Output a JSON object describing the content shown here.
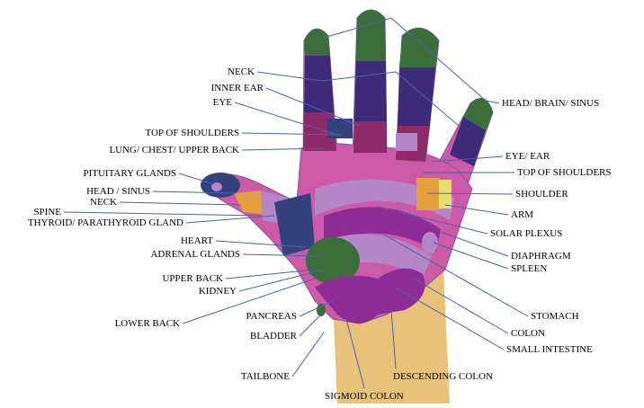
{
  "colors": {
    "hand": "#cc5aa8",
    "hand_outline": "#7a5aa0",
    "finger_tip": "#3b6e3a",
    "finger_mid": "#3d2a78",
    "finger_base": "#8e2a6a",
    "wrist": "#e8c27a",
    "leader": "#4a63a8",
    "navy": "#34427c",
    "purple": "#8c2c94",
    "lavender": "#b486c8",
    "orange": "#e3a03c",
    "yellow": "#e6e06a",
    "green": "#3b6e3a"
  },
  "labels": {
    "neck_top": "NECK",
    "inner_ear": "INNER EAR",
    "eye": "EYE",
    "top_shoulders_left": "TOP OF SHOULDERS",
    "lung": "LUNG/ CHEST/ UPPER BACK",
    "pituitary": "PITUITARY GLANDS",
    "head_sinus": "HEAD / SINUS",
    "neck_thumb": "NECK",
    "spine": "SPINE",
    "thyroid": "THYROID/ PARATHYROID GLAND",
    "heart": "HEART",
    "adrenal": "ADRENAL GLANDS",
    "upper_back": "UPPER BACK",
    "kidney": "KIDNEY",
    "lower_back": "LOWER BACK",
    "pancreas": "PANCREAS",
    "bladder": "BLADDER",
    "tailbone": "TAILBONE",
    "sigmoid": "SIGMOID COLON",
    "descending": "DESCENDING COLON",
    "head_brain": "HEAD/ BRAIN/ SINUS",
    "eye_ear": "EYE/ EAR",
    "top_shoulders_right": "TOP OF SHOULDERS",
    "shoulder": "SHOULDER",
    "arm": "ARM",
    "solar_plexus": "SOLAR PLEXUS",
    "diaphragm": "DIAPHRAGM",
    "spleen": "SPLEEN",
    "stomach": "STOMACH",
    "colon": "COLON",
    "small_intestine": "SMALL INTESTINE"
  }
}
